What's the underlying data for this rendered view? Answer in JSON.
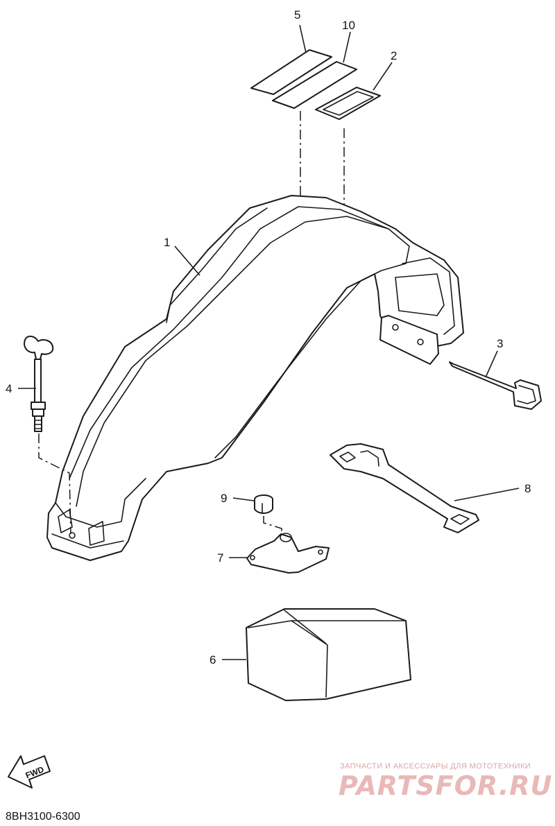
{
  "diagram": {
    "callouts": [
      {
        "id": "c1",
        "label": "1"
      },
      {
        "id": "c2",
        "label": "2"
      },
      {
        "id": "c3",
        "label": "3"
      },
      {
        "id": "c4",
        "label": "4"
      },
      {
        "id": "c5",
        "label": "5"
      },
      {
        "id": "c6",
        "label": "6"
      },
      {
        "id": "c7",
        "label": "7"
      },
      {
        "id": "c8",
        "label": "8"
      },
      {
        "id": "c9",
        "label": "9"
      },
      {
        "id": "c10",
        "label": "10"
      }
    ],
    "fwd_label": "FWD",
    "part_code": "8BH3100-6300"
  },
  "watermark": {
    "tagline": "ЗАПЧАСТИ И АКСЕССУАРЫ ДЛЯ МОТОТЕХНИКИ",
    "site": "PARTSFOR.RU"
  }
}
